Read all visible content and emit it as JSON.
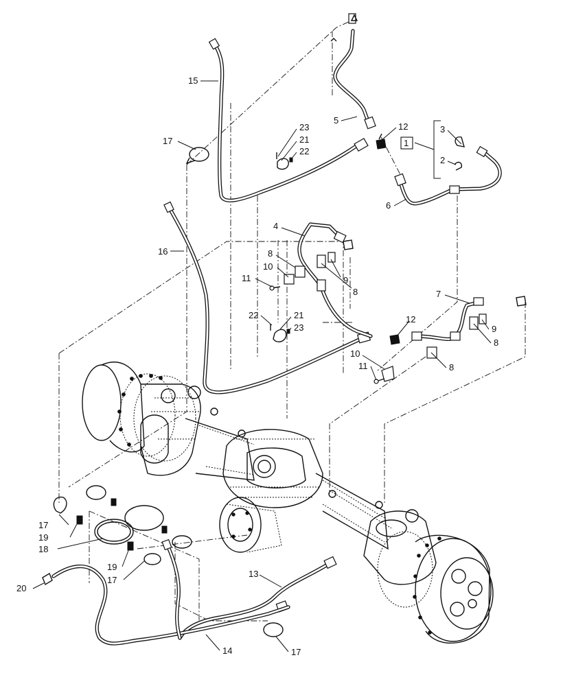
{
  "callouts": {
    "c15": "15",
    "c5": "5",
    "c12a": "12",
    "c3": "3",
    "c1": "1",
    "c2": "2",
    "c17a": "17",
    "c23a": "23",
    "c21a": "21",
    "c22a": "22",
    "c6": "6",
    "c16": "16",
    "c4": "4",
    "c8a": "8",
    "c10a": "10",
    "c9a": "9",
    "c11a": "11",
    "c8b": "8",
    "c7": "7",
    "c22b": "22",
    "c21b": "21",
    "c23b": "23",
    "c12b": "12",
    "c9b": "9",
    "c8c": "8",
    "c10b": "10",
    "c11b": "11",
    "c8d": "8",
    "c17b": "17",
    "c19a": "19",
    "c18": "18",
    "c19b": "19",
    "c17c": "17",
    "c20": "20",
    "c13": "13",
    "c14": "14",
    "c17d": "17"
  }
}
